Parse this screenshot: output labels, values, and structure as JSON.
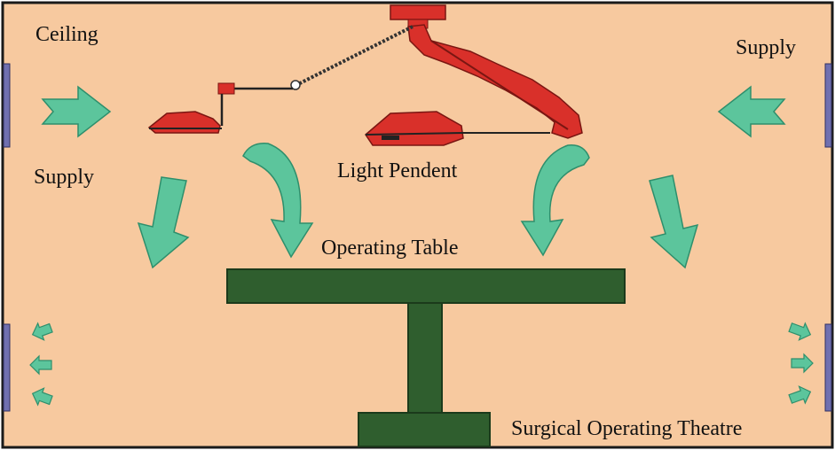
{
  "labels": {
    "ceiling": "Ceiling",
    "supply_left": "Supply",
    "supply_right": "Supply",
    "light_pendent": "Light Pendent",
    "operating_table": "Operating Table",
    "theatre": "Surgical Operating Theatre"
  },
  "colors": {
    "room_fill": "#f7c99f",
    "room_border": "#1a1a1a",
    "airflow_arrow": "#5cc59c",
    "airflow_outline": "#2e8f6c",
    "table": "#2f5e2e",
    "table_outline": "#1b3a1b",
    "light_pendent": "#d9302a",
    "vent": "#7070b0"
  },
  "icons": {
    "supply_arrow_left": "right-arrow-icon",
    "supply_arrow_right": "left-arrow-icon",
    "downflow_arrows": "down-arrow-icon",
    "curved_arrows": "curved-down-arrow-icon",
    "exhaust_arrows": "small-arrow-icon"
  }
}
